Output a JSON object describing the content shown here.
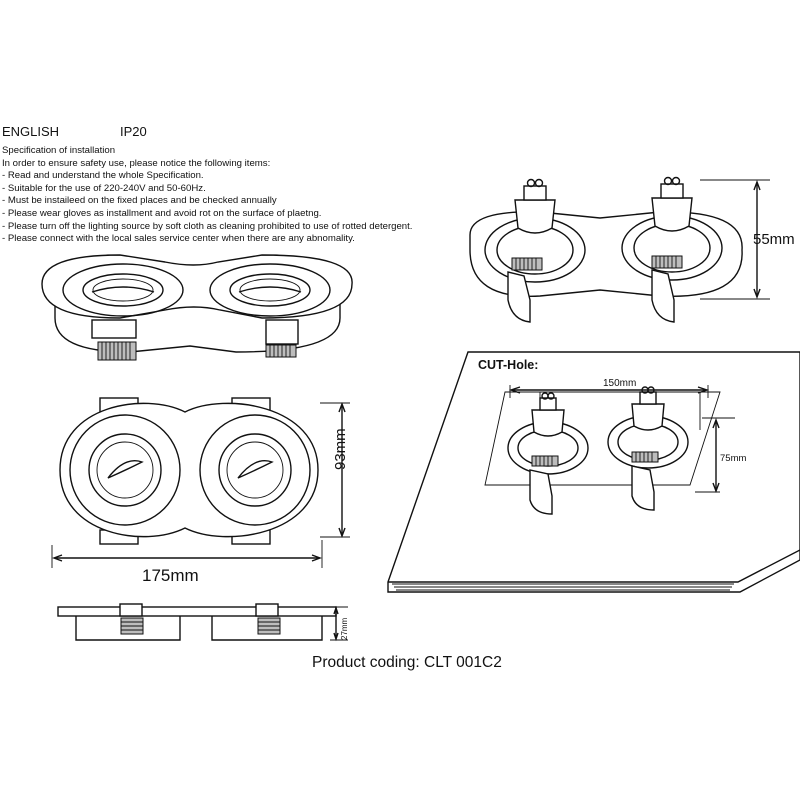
{
  "header": {
    "language": "ENGLISH",
    "ip_rating": "IP20"
  },
  "specification": {
    "title": "Specification of installation",
    "intro": "In order to ensure safety use, please notice the following items:",
    "items": [
      "- Read and understand the whole Specification.",
      "- Suitable for the use of 220-240V and 50-60Hz.",
      "- Must be instaileed on the fixed places and be checked annually",
      "- Please wear gloves as installment and avoid rot on the surface of plaetng.",
      "- Please turn off the lighting source by soft cloth as cleaning prohibited to use of rotted detergent.",
      "- Please connect with the local sales service center when there are any abnomality."
    ]
  },
  "dimensions": {
    "height_side": "55mm",
    "width": "175mm",
    "depth": "93mm",
    "thickness": "27mm",
    "cut_width": "150mm",
    "cut_depth": "75mm"
  },
  "cut_hole": {
    "title": "CUT-Hole:"
  },
  "product": {
    "coding": "Product coding: CLT 001C2"
  }
}
